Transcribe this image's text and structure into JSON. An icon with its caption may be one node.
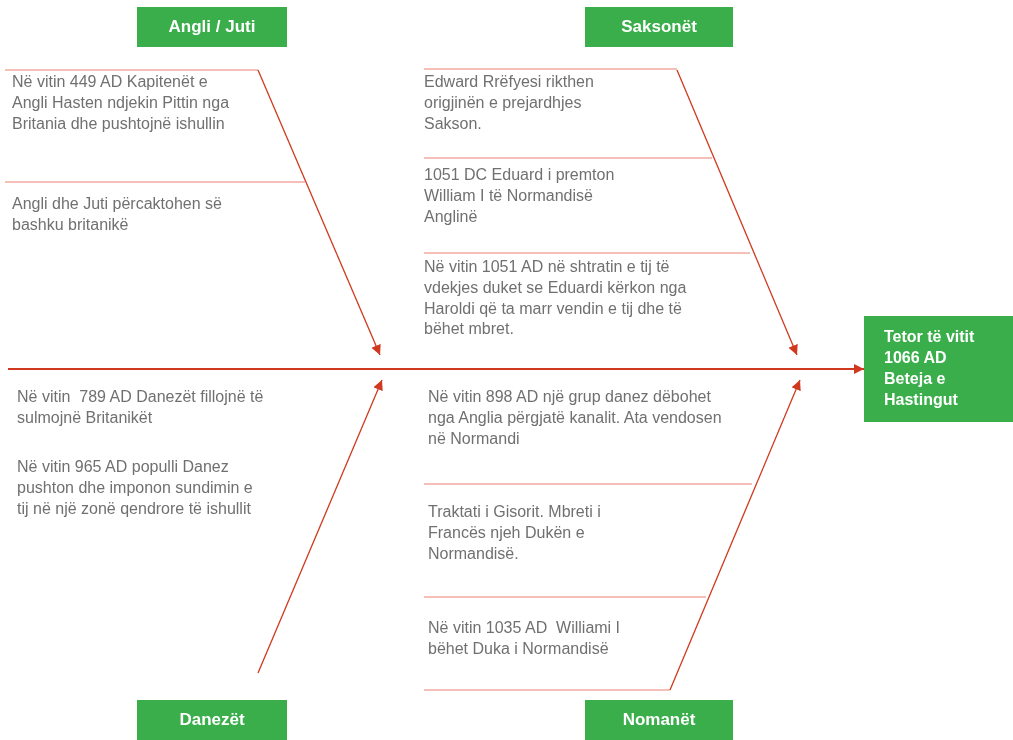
{
  "diagram": {
    "nodes": [
      {
        "text": [
          "Angli / Juti"
        ]
      },
      {
        "text": [
          "Saksonët"
        ]
      },
      {
        "text": [
          "Danezët"
        ]
      },
      {
        "text": [
          "Nomanët"
        ]
      },
      {
        "text": [
          "Tetor të vitit 1066 AD Beteja e Hastingut"
        ]
      }
    ],
    "edges": [
      {
        "from": null,
        "to": 4,
        "arrow": "to"
      },
      {
        "from": 0,
        "to": null,
        "arrow": "to"
      },
      {
        "from": 1,
        "to": null,
        "arrow": "to"
      },
      {
        "from": 2,
        "to": null,
        "arrow": "to"
      },
      {
        "from": 3,
        "to": null,
        "arrow": "to"
      }
    ],
    "labels": [
      "Në vitin 449 AD Kapitenët e Angli Hasten ndjekin Pittin nga Britania dhe pushtojnë ishullin",
      "Angli dhe Juti përcaktohen së bashku britanikë",
      "Edward Rrëfyesi rikthen origjinën e prejardhjes Sakson.",
      "1051 DC Eduard i premton William I të Normandisë Anglinë",
      "Në vitin 1051 AD në shtratin e tij të vdekjes duket se Eduardi kërkon nga Haroldi që ta marr vendin e tij dhe të bëhet mbret.",
      "Në vitin  789 AD Danezët fillojnë të sulmojnë Britanikët",
      "Në vitin 965 AD populli Danez pushton dhe imponon sundimin e tij në një zonë qendrore të ishullit",
      "Në vitin 898 AD një grup danez dëbohet nga Anglia përgjatë kanalit. Ata vendosen në Normandi",
      "Traktati i Gisorit. Mbreti i Francës njeh Dukën e Normandisë.",
      "Në vitin 1035 AD  Williami I bëhet Duka i Normandisë"
    ]
  }
}
